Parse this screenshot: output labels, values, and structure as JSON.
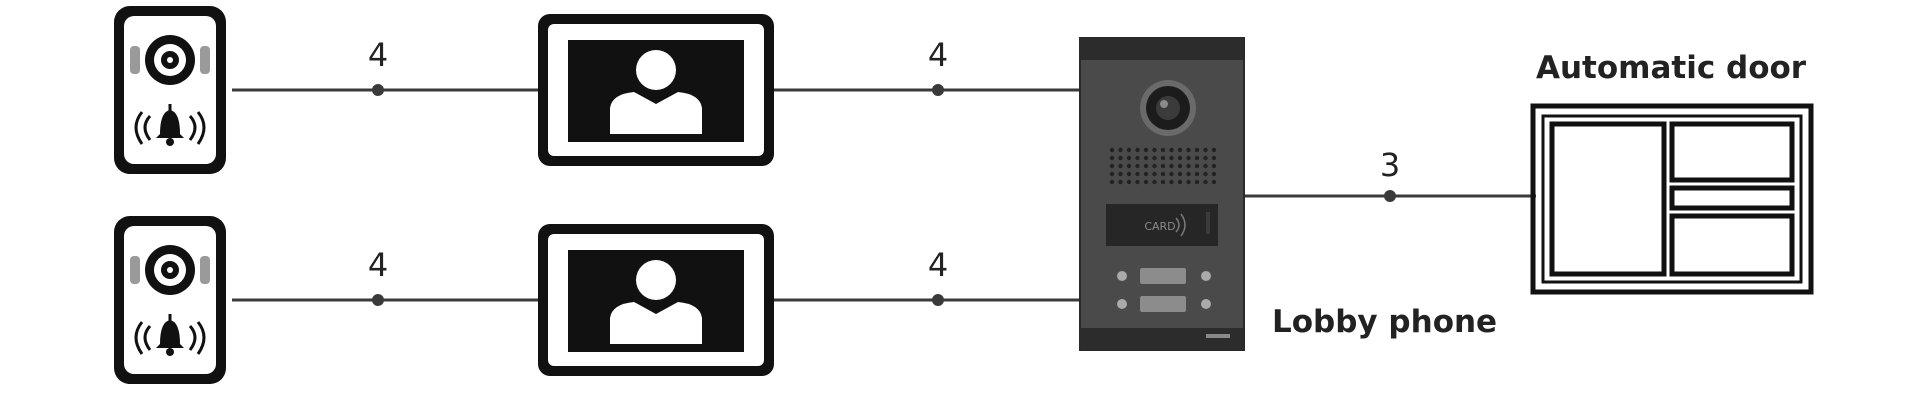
{
  "wires": {
    "door_station_1_to_monitor_1": "4",
    "monitor_1_to_lobby_phone": "4",
    "door_station_2_to_monitor_2": "4",
    "monitor_2_to_lobby_phone": "4",
    "lobby_phone_to_automatic_door": "3"
  },
  "labels": {
    "lobby_phone": "Lobby phone",
    "automatic_door": "Automatic door"
  },
  "lobby_panel": {
    "card_reader_text": "CARD"
  },
  "icons": {
    "door_station": [
      "camera-icon",
      "bell-icon"
    ],
    "monitor": [
      "person-icon"
    ]
  },
  "colors": {
    "line": "#3a3a3a",
    "panel": "#4a4a4a",
    "panel_dark": "#2f2f2f",
    "outline": "#111111"
  }
}
